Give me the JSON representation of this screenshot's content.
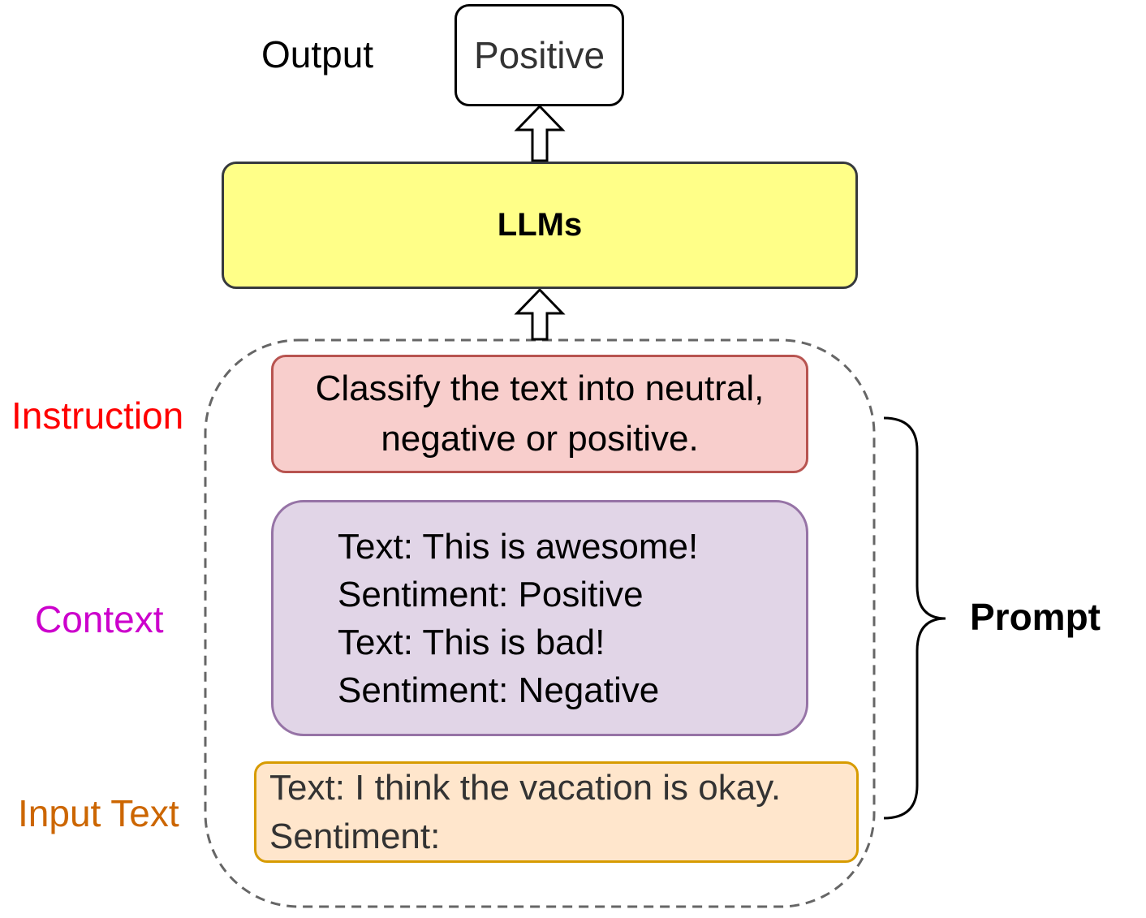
{
  "output": {
    "label": "Output",
    "value": "Positive"
  },
  "model": {
    "label": "LLMs"
  },
  "prompt": {
    "label": "Prompt",
    "instruction": {
      "label": "Instruction",
      "lines": [
        "Classify the text into neutral,",
        "negative or positive."
      ]
    },
    "context": {
      "label": "Context",
      "lines": [
        "Text: This is awesome!",
        "Sentiment: Positive",
        "Text: This is bad!",
        "Sentiment: Negative"
      ]
    },
    "input_text": {
      "label": "Input Text",
      "lines": [
        "Text: I think the vacation is okay.",
        "Sentiment:"
      ]
    }
  },
  "colors": {
    "llm_fill": "#ffff88",
    "instruction_fill": "#f8cecc",
    "instruction_stroke": "#b85450",
    "context_fill": "#e1d5e7",
    "context_stroke": "#9673a6",
    "input_fill": "#ffe6cc",
    "input_stroke": "#d79b00",
    "instruction_label": "#ff0000",
    "context_label": "#cc00cc",
    "input_label": "#cc6600"
  }
}
